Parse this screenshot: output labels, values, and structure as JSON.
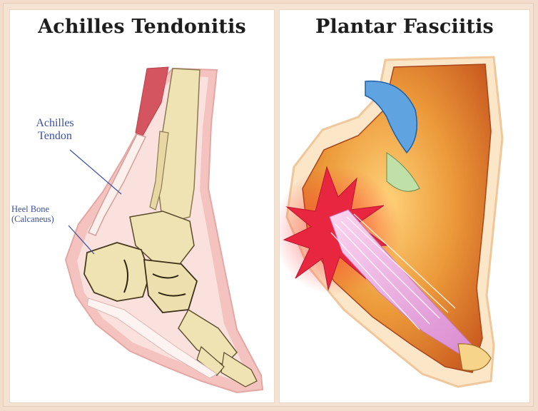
{
  "panels": {
    "left": {
      "title": "Achilles Tendonitis",
      "labels": {
        "tendon_line1": "Achilles",
        "tendon_line2": "Tendon",
        "heel_line1": "Heel Bone",
        "heel_line2": "(Calcaneus)"
      }
    },
    "right": {
      "title": "Plantar Fasciitis"
    }
  },
  "colors": {
    "skin": "#f4c3bf",
    "bone": "#efe2b3",
    "muscle": "#d4555f",
    "label": "#3b4fa0",
    "flesh_orange": "#e07a2a",
    "inflammation": "#e8263f",
    "fascia": "#f2b8e2"
  }
}
